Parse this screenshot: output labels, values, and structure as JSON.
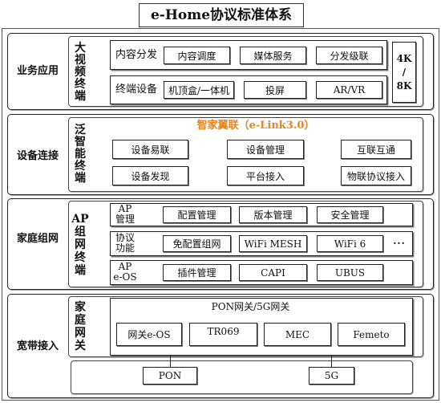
{
  "title": "e-Home协议标准体系",
  "colors": {
    "accent": "#e8831d"
  },
  "layers": [
    {
      "label": "业务应用",
      "terminal": "大视频终端",
      "groups": [
        {
          "label": "内容分发",
          "items": [
            "内容调度",
            "媒体服务",
            "分发级联"
          ]
        },
        {
          "label": "终端设备",
          "items": [
            "机顶盒/一体机",
            "投屏",
            "AR/VR"
          ]
        }
      ],
      "side_tag": [
        "4K",
        "/",
        "8K"
      ]
    },
    {
      "label": "设备连接",
      "terminal": "泛智能终端",
      "heading": "智家翼联（e-Link3.0）",
      "rows": [
        [
          "设备易联",
          "设备管理",
          "互联互通"
        ],
        [
          "设备发现",
          "平台接入",
          "物联协议接入"
        ]
      ]
    },
    {
      "label": "家庭组网",
      "terminal": "AP组网终端",
      "groups": [
        {
          "label": [
            "AP",
            "管理"
          ],
          "items": [
            "配置管理",
            "版本管理",
            "安全管理"
          ]
        },
        {
          "label": [
            "协议",
            "功能"
          ],
          "items": [
            "免配置组网",
            "WiFi MESH",
            "WiFi 6"
          ],
          "more": "···"
        },
        {
          "label": [
            "AP",
            "e-OS"
          ],
          "items": [
            "插件管理",
            "CAPI",
            "UBUS"
          ]
        }
      ]
    },
    {
      "label": "宽带接入",
      "terminal": "家庭网关",
      "heading": "PON网关/5G网关",
      "items": [
        "网关e-OS",
        "TR069",
        "MEC",
        "Femeto"
      ],
      "access": [
        "PON",
        "5G"
      ]
    }
  ]
}
